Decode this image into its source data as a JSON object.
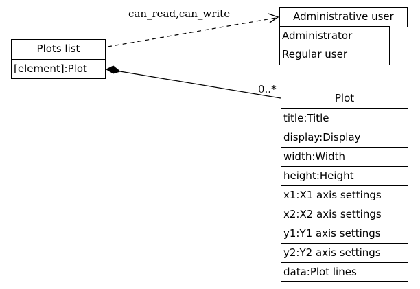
{
  "plots_list": {
    "title": "Plots list",
    "attributes": [
      "[element]:Plot"
    ]
  },
  "administrative_user": {
    "title": "Administrative user",
    "subtypes": [
      "Administrator",
      "Regular user"
    ]
  },
  "plot": {
    "title": "Plot",
    "attributes": [
      "title:Title",
      "display:Display",
      "width:Width",
      "height:Height",
      "x1:X1 axis settings",
      "x2:X2 axis settings",
      "y1:Y1 axis settings",
      "y2:Y2 axis settings",
      "data:Plot lines"
    ]
  },
  "edges": {
    "permission_label": "can_read,can_write",
    "multiplicity_label": "0..*"
  }
}
